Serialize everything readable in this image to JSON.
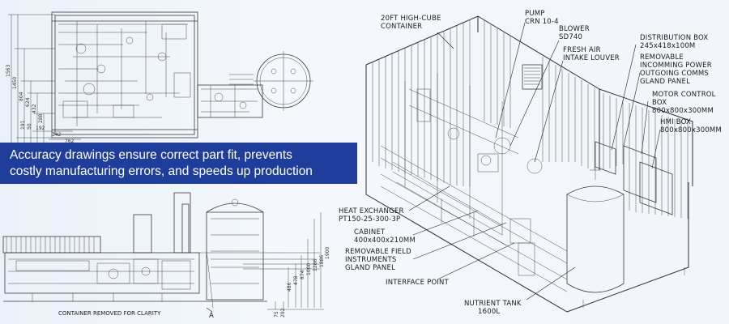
{
  "banner": {
    "line1": "Accuracy drawings ensure correct part fit, prevents",
    "line2": "costly manufacturing errors, and speeds up production"
  },
  "labels": {
    "container": [
      "20FT HIGH-CUBE",
      "CONTAINER"
    ],
    "pump": [
      "PUMP",
      "CRN 10-4"
    ],
    "blower": [
      "BLOWER",
      "SD740"
    ],
    "louver": [
      "FRESH AIR",
      "INTAKE LOUVER"
    ],
    "distribution": [
      "DISTRIBUTION BOX",
      "245x418x100M"
    ],
    "power_panel": [
      "REMOVABLE",
      "INCOMMING POWER",
      "OUTGOING COMMS",
      "GLAND PANEL"
    ],
    "motor_box": [
      "MOTOR CONTROL",
      "BOX",
      "800x800x300MM"
    ],
    "hmi_box": [
      "HMI BOX",
      "800x800x300MM"
    ],
    "heat_exchanger": [
      "HEAT EXCHANGER",
      "PT150-25-300-3P"
    ],
    "cabinet": [
      "CABINET",
      "400x400x210MM"
    ],
    "field_panel": [
      "REMOVABLE FIELD",
      "INSTRUMENTS",
      "GLAND PANEL"
    ],
    "interface": "INTERFACE POINT",
    "nutrient_tank": [
      "NUTRIENT TANK",
      "1600L"
    ]
  },
  "top_view": {
    "dims": [
      "1563",
      "1450",
      "804",
      "624",
      "432",
      "288",
      "191",
      "50",
      "192",
      "342",
      "762"
    ]
  },
  "side_view": {
    "caption": "CONTAINER REMOVED FOR CLARITY",
    "section": "A",
    "dims": [
      "75",
      "292",
      "486",
      "478",
      "874",
      "1000",
      "1286",
      "1886",
      "1900"
    ]
  },
  "colors": {
    "banner": "#1f3d9a",
    "line": "#3a3a3a"
  }
}
